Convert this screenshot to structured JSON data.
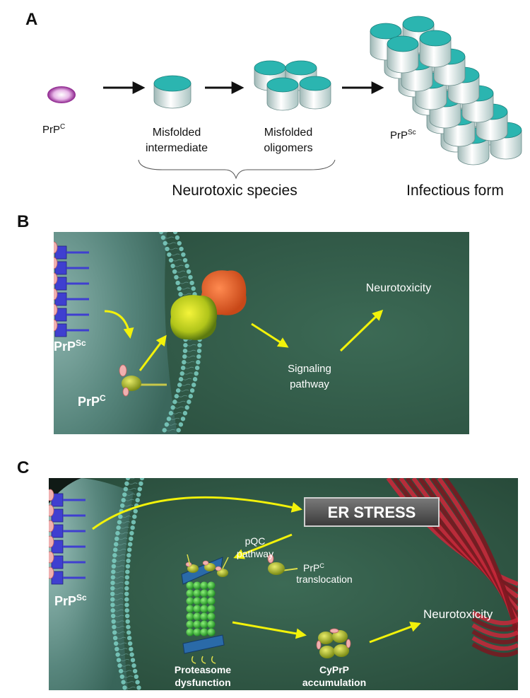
{
  "panels": {
    "a": {
      "letter": "A",
      "prpc_label": "PrP",
      "prpc_sup": "C",
      "intermediate_label": [
        "Misfolded",
        "intermediate"
      ],
      "oligomers_label": [
        "Misfolded",
        "oligomers"
      ],
      "prpsc_label": "PrP",
      "prpsc_sup": "Sc",
      "neurotoxic_species": "Neurotoxic species",
      "infectious_form": "Infectious form"
    },
    "b": {
      "letter": "B",
      "prpsc_label": "PrP",
      "prpsc_sup": "Sc",
      "prpc_label": "PrP",
      "prpc_sup": "C",
      "signaling": [
        "Signaling",
        "pathway"
      ],
      "neurotoxicity": "Neurotoxicity"
    },
    "c": {
      "letter": "C",
      "er_stress": "ER STRESS",
      "pqc": [
        "pQC",
        "pathway"
      ],
      "prpc_label": "PrP",
      "prpc_sup": "C",
      "translocation": "translocation",
      "prpsc_label": "PrP",
      "prpsc_sup": "Sc",
      "proteasome": [
        "Proteasome",
        "dysfunction"
      ],
      "cyprp": [
        "CyPrP",
        "accumulation"
      ],
      "neurotoxicity": "Neurotoxicity"
    }
  },
  "colors": {
    "arrow_yellow": "#f2f20a",
    "cylinder_teal": "#2bb5b0",
    "prpc_purple": "#9b2f9b",
    "panel_bg_green": "#2f5a48",
    "prpsc_blue": "#3f3fd0"
  }
}
